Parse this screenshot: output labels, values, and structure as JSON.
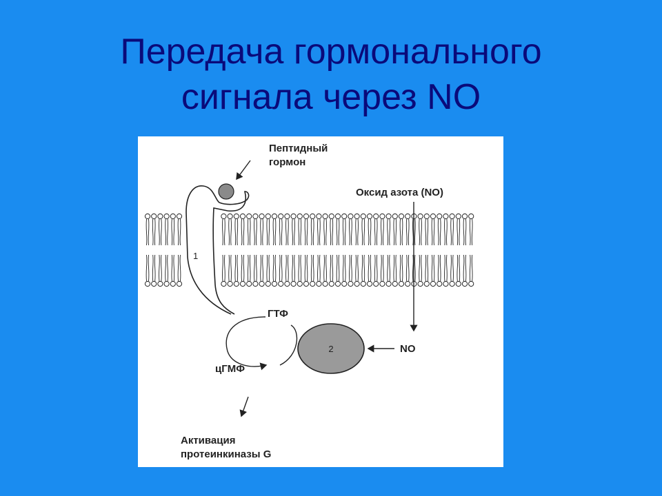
{
  "title": {
    "line1": "Передача гормонального",
    "line2": "сигнала через NO"
  },
  "diagram": {
    "peptide_hormone_line1": "Пептидный",
    "peptide_hormone_line2": "гормон",
    "nitric_oxide": "Оксид азота (NO)",
    "receptor_number": "1",
    "gtp": "ГТФ",
    "enzyme_number": "2",
    "no": "NO",
    "cgmp": "цГМФ",
    "activation_line1": "Активация",
    "activation_line2": "протеинкиназы G"
  },
  "colors": {
    "background": "#1a8cf0",
    "title": "#0a0a7a",
    "panel": "#ffffff",
    "enzyme_fill": "#9a9a9a",
    "hormone_fill": "#8a8a8a"
  }
}
